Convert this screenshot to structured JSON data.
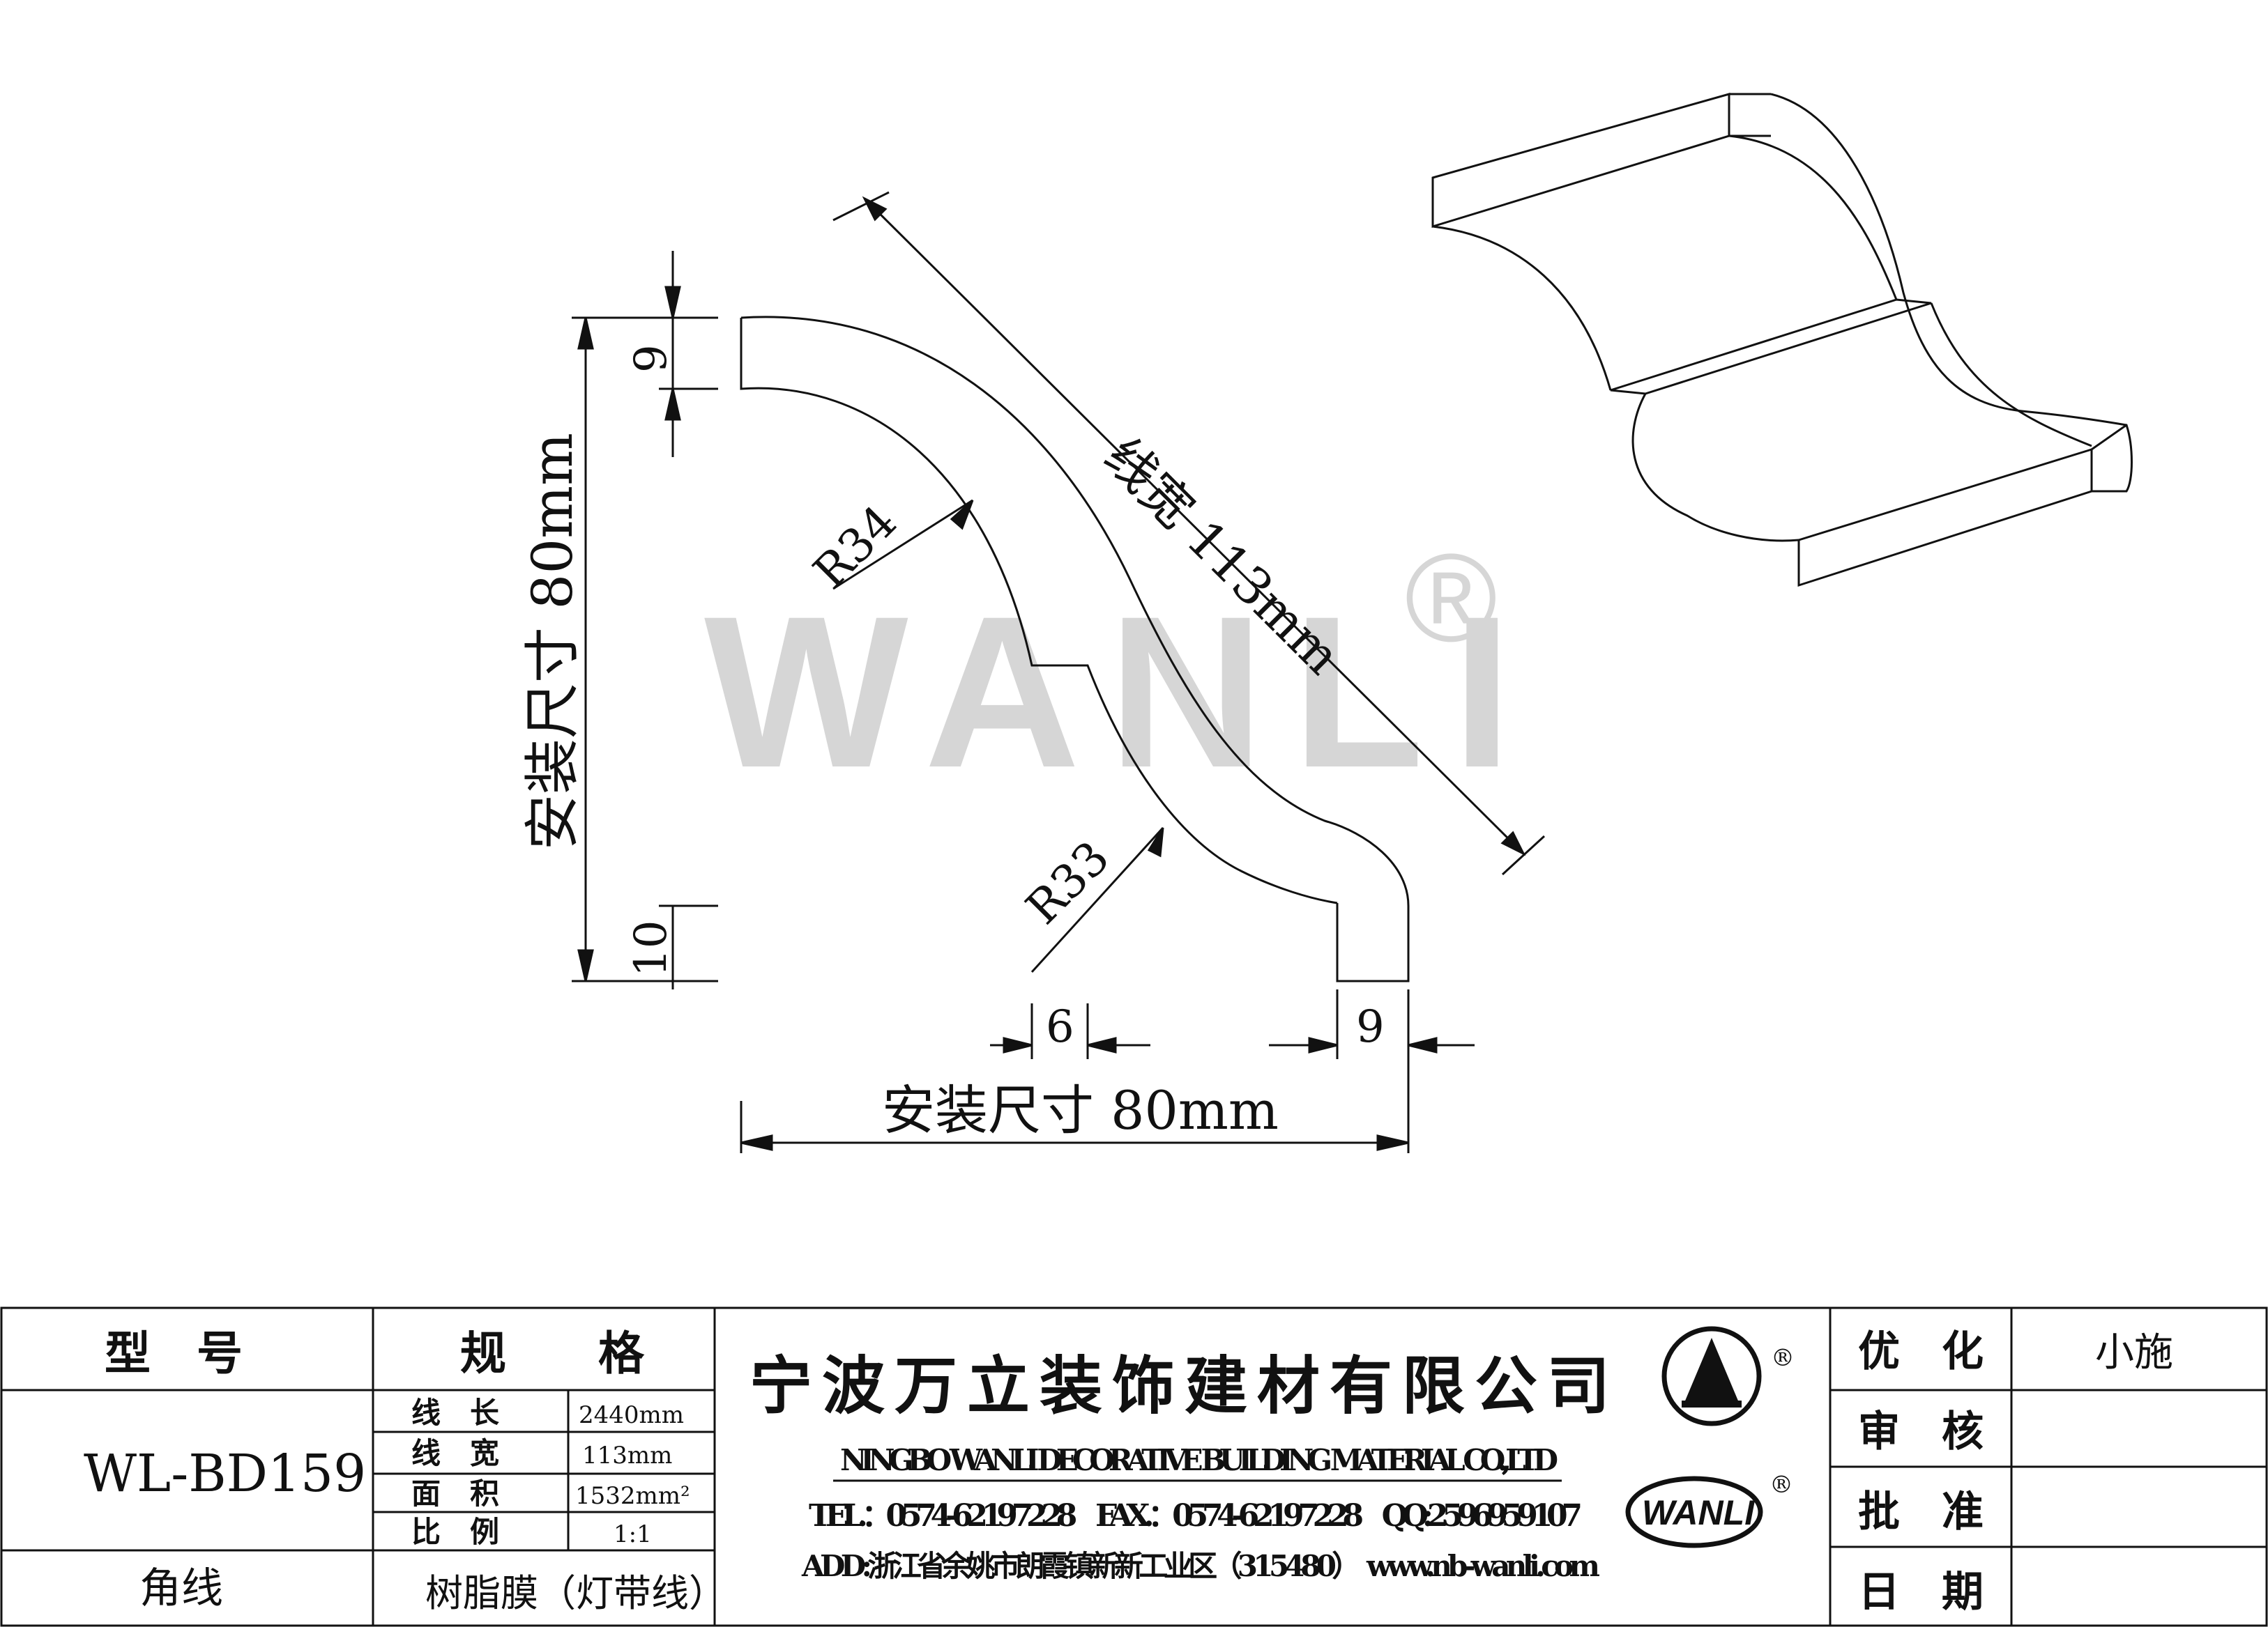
{
  "watermark": {
    "text": "WANLI",
    "registered": "®"
  },
  "drawing": {
    "width_dimension": "线宽 113mm",
    "height_dimension": "安装尺寸 80mm",
    "bottom_dimension": "安装尺寸 80mm",
    "radius_top": "R34",
    "radius_bottom": "R33",
    "dim_top_left": "9",
    "dim_bottom_left": "10",
    "dim_step": "6",
    "dim_bottom_right": "9"
  },
  "title_block": {
    "model_header": "型　号",
    "spec_header": "规　　格",
    "model_value": "WL-BD159",
    "category": "角线",
    "specs": [
      {
        "label": "线　长",
        "value": "2440mm"
      },
      {
        "label": "线　宽",
        "value": "113mm"
      },
      {
        "label": "面　积",
        "value": "1532mm²"
      },
      {
        "label": "比　例",
        "value": "1:1"
      }
    ],
    "material": "树脂膜（灯带线）",
    "company_cn": "宁波万立装饰建材有限公司",
    "company_en": "NINGBO WANLI DECORATIVE BUILDING MATERIAL CO.,LTD",
    "contact": "TEL.：0574-62197228　FAX.：0574-62197228　QQ:2596959107",
    "address": "ADD:浙江省余姚市朗霞镇新新工业区（315480）　www.nb-wanli.com",
    "logo_text": "WANLI",
    "registered": "®",
    "roles": [
      {
        "label": "优　化",
        "value": "小施"
      },
      {
        "label": "审　核",
        "value": ""
      },
      {
        "label": "批　准",
        "value": ""
      },
      {
        "label": "日　期",
        "value": ""
      }
    ]
  }
}
